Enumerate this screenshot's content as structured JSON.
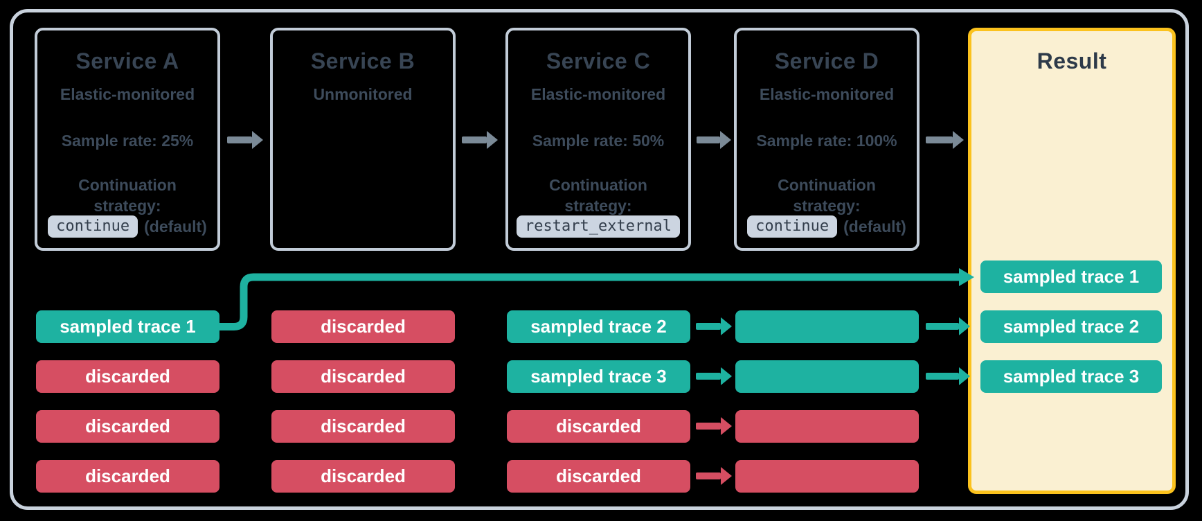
{
  "services": [
    {
      "title": "Service A",
      "monitoring": "Elastic-monitored",
      "sample_rate": "Sample rate: 25%",
      "strategy_label": "Continuation\nstrategy:",
      "strategy_chip": "continue",
      "strategy_suffix": "(default)"
    },
    {
      "title": "Service B",
      "monitoring": "Unmonitored"
    },
    {
      "title": "Service C",
      "monitoring": "Elastic-monitored",
      "sample_rate": "Sample rate: 50%",
      "strategy_label": "Continuation\nstrategy:",
      "strategy_chip": "restart_external"
    },
    {
      "title": "Service D",
      "monitoring": "Elastic-monitored",
      "sample_rate": "Sample rate: 100%",
      "strategy_label": "Continuation\nstrategy:",
      "strategy_chip": "continue",
      "strategy_suffix": "(default)"
    }
  ],
  "trace_columns": [
    {
      "service": "Service A",
      "pills": [
        {
          "label": "sampled trace 1",
          "status": "sampled"
        },
        {
          "label": "discarded",
          "status": "discarded"
        },
        {
          "label": "discarded",
          "status": "discarded"
        },
        {
          "label": "discarded",
          "status": "discarded"
        }
      ]
    },
    {
      "service": "Service B",
      "pills": [
        {
          "label": "discarded",
          "status": "discarded"
        },
        {
          "label": "discarded",
          "status": "discarded"
        },
        {
          "label": "discarded",
          "status": "discarded"
        },
        {
          "label": "discarded",
          "status": "discarded"
        }
      ]
    },
    {
      "service": "Service C",
      "pills": [
        {
          "label": "sampled trace 2",
          "status": "sampled"
        },
        {
          "label": "sampled trace 3",
          "status": "sampled"
        },
        {
          "label": "discarded",
          "status": "discarded"
        },
        {
          "label": "discarded",
          "status": "discarded"
        }
      ]
    },
    {
      "service": "Service D",
      "pills": [
        {
          "label": "",
          "status": "sampled"
        },
        {
          "label": "",
          "status": "sampled"
        },
        {
          "label": "",
          "status": "discarded"
        },
        {
          "label": "",
          "status": "discarded"
        }
      ]
    }
  ],
  "result": {
    "title": "Result",
    "pills": [
      {
        "label": "sampled trace 1",
        "status": "sampled"
      },
      {
        "label": "sampled trace 2",
        "status": "sampled"
      },
      {
        "label": "sampled trace 3",
        "status": "sampled"
      }
    ]
  },
  "colors": {
    "sampled_teal": "#1EB2A1",
    "discarded_red": "#D64E62",
    "result_background": "#FAF0D2",
    "result_border_gold": "#FBC21D",
    "service_box_border": "#C2CCD8",
    "outer_frame_border": "#C9D2DD",
    "flow_arrow_grey": "#7B8A97",
    "dark_slate_text": "#3D4B5B",
    "code_chip_background": "#CCD5E1",
    "pill_text": "#FFFFFF"
  }
}
